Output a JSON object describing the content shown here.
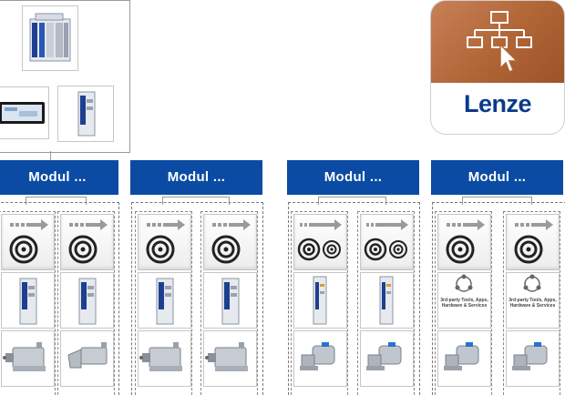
{
  "logo": {
    "brand": "Lenze",
    "accent": "#b96a3e",
    "brand_color": "#0b3a8a",
    "icon": "network-hierarchy-cursor-icon"
  },
  "controller_group": {
    "devices": [
      {
        "name": "controller-rack",
        "icon": "plc-controller-icon"
      },
      {
        "name": "hmi-panel",
        "icon": "touch-panel-icon"
      },
      {
        "name": "servo-drive",
        "icon": "servo-inverter-icon"
      }
    ]
  },
  "modules": [
    {
      "label": "Modul ...",
      "columns": [
        {
          "icon": "single-motion-arrow-icon",
          "drive": "servo-inverter-icon",
          "motor": "servo-motor-icon"
        },
        {
          "icon": "single-motion-arrow-icon",
          "drive": "servo-inverter-icon",
          "motor": "gearmotor-icon"
        }
      ]
    },
    {
      "label": "Modul ...",
      "columns": [
        {
          "icon": "single-motion-arrow-icon",
          "drive": "servo-inverter-icon",
          "motor": "servo-motor-icon"
        },
        {
          "icon": "single-motion-arrow-icon",
          "drive": "servo-inverter-icon",
          "motor": "servo-motor-icon"
        }
      ]
    },
    {
      "label": "Modul ...",
      "columns": [
        {
          "icon": "dual-motion-arrow-icon",
          "drive": "frequency-inverter-icon",
          "motor": "geared-motor-icon"
        },
        {
          "icon": "dual-motion-arrow-icon",
          "drive": "frequency-inverter-icon",
          "motor": "geared-motor-icon"
        }
      ]
    },
    {
      "label": "Modul ...",
      "columns": [
        {
          "icon": "single-motion-arrow-icon",
          "drive": "third-party-icon",
          "drive_text": "3rd-party Tools, Apps, Hardware & Services",
          "motor": "geared-motor-icon"
        },
        {
          "icon": "single-motion-arrow-icon",
          "drive": "third-party-icon",
          "drive_text": "3rd-party Tools, Apps, Hardware & Services",
          "motor": "geared-motor-icon"
        }
      ]
    }
  ]
}
